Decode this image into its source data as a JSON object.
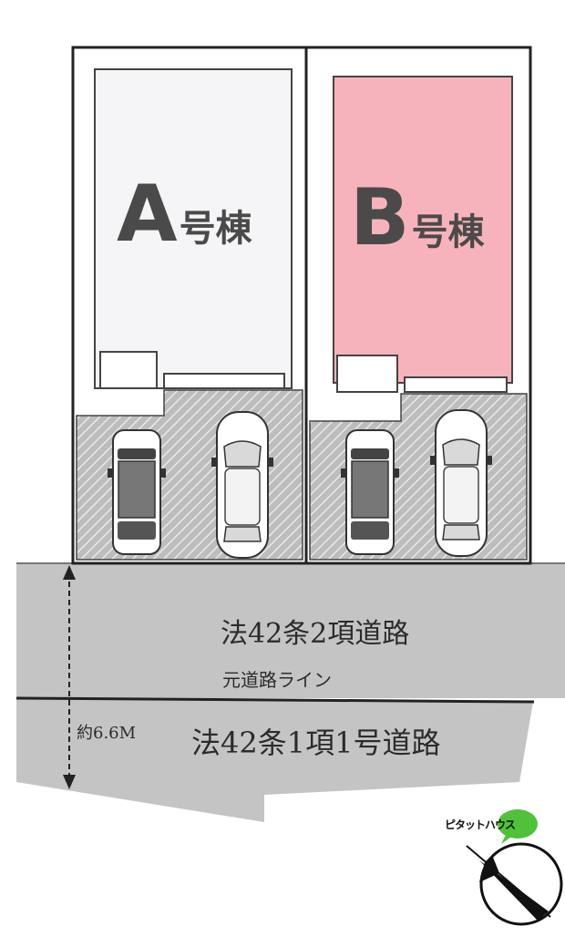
{
  "lots": [
    {
      "letter": "A",
      "suffix": "号棟"
    },
    {
      "letter": "B",
      "suffix": "号棟"
    }
  ],
  "roads": {
    "upper_label": "法42条2項道路",
    "old_line_label": "元道路ライン",
    "lower_label": "法42条1項1号道路",
    "width_label": "約6.6M"
  },
  "brand": {
    "text": "ピタットハウス"
  },
  "colors": {
    "lot_a_fill": "#f5f5f7",
    "lot_b_fill": "#f7b3bb",
    "road_fill": "#c4c4c4",
    "parking_fill": "#b5b5b5",
    "brand_green": "#4fc23a",
    "label_text": "#4a4a4a"
  }
}
